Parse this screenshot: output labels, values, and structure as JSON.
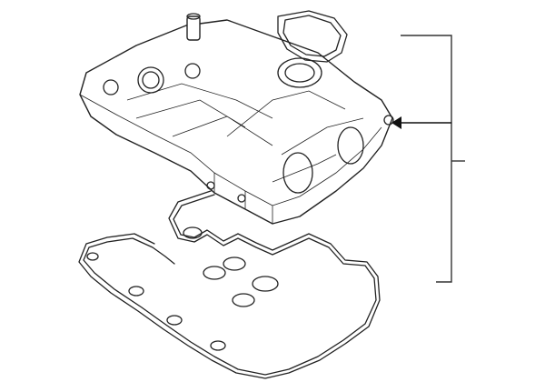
{
  "diagram": {
    "type": "exploded parts illustration",
    "parts": [
      "valve-cover",
      "valve-cover-gasket",
      "oil-filler-seal"
    ],
    "callout": {
      "style": "bracket with arrow",
      "points_to": "valve-cover"
    },
    "line_color": "#222222",
    "background": "#ffffff"
  }
}
